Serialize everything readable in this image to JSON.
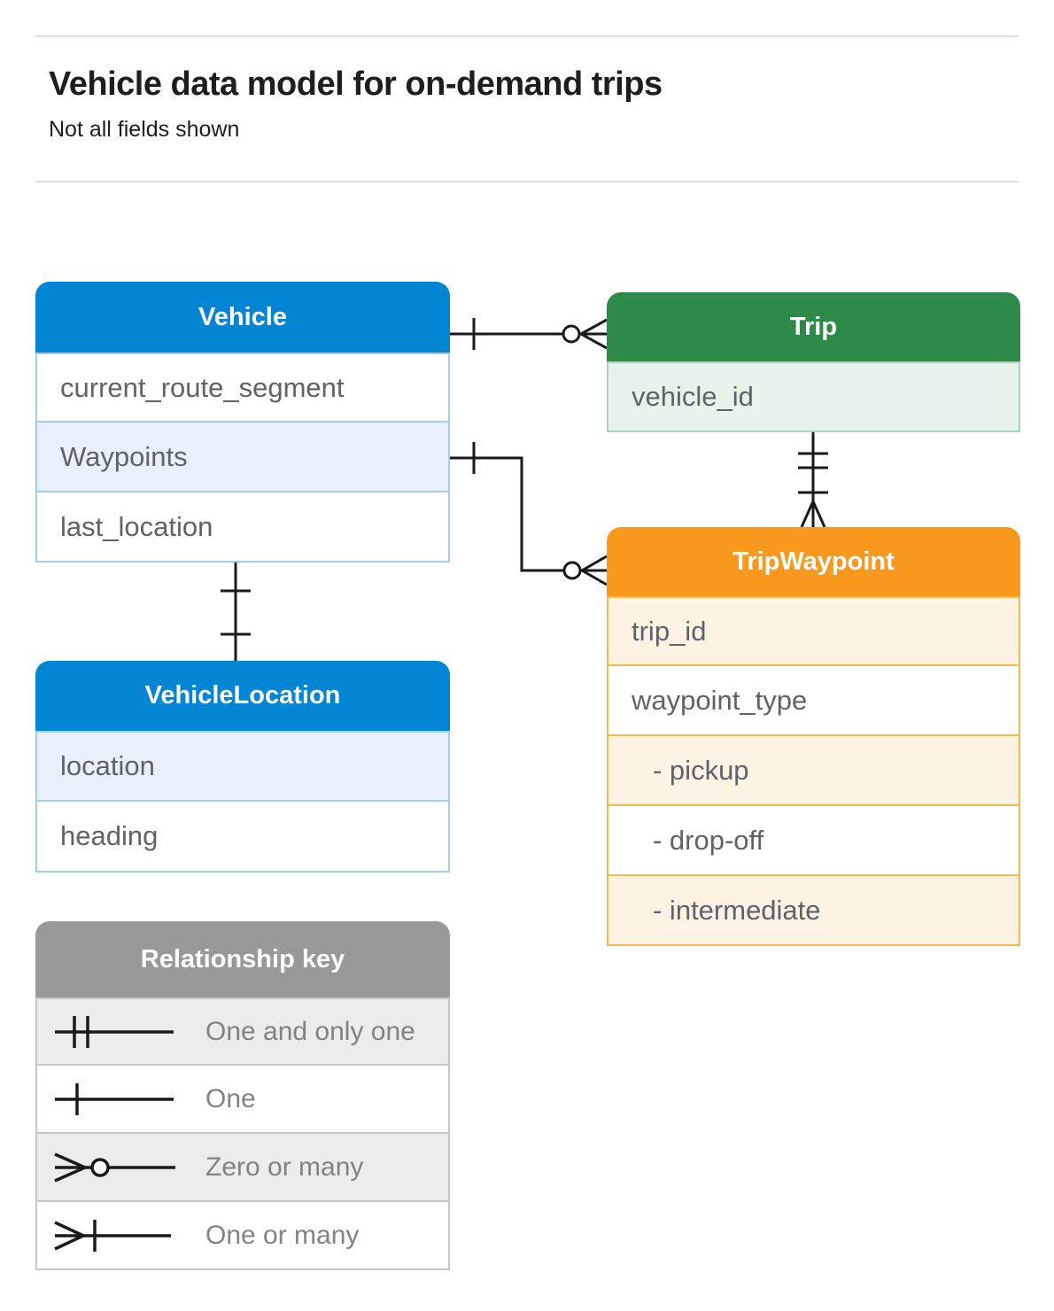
{
  "page": {
    "title": "Vehicle data model for on-demand trips",
    "subtitle": "Not all fields shown"
  },
  "entities": {
    "vehicle": {
      "title": "Vehicle",
      "fields": [
        {
          "label": "current_route_segment"
        },
        {
          "label": "Waypoints"
        },
        {
          "label": "last_location"
        }
      ]
    },
    "trip": {
      "title": "Trip",
      "fields": [
        {
          "label": "vehicle_id"
        }
      ]
    },
    "trip_waypoint": {
      "title": "TripWaypoint",
      "fields": [
        {
          "label": "trip_id"
        },
        {
          "label": "waypoint_type"
        },
        {
          "label": "- pickup"
        },
        {
          "label": "- drop-off"
        },
        {
          "label": "- intermediate"
        }
      ]
    },
    "vehicle_location": {
      "title": "VehicleLocation",
      "fields": [
        {
          "label": "location"
        },
        {
          "label": "heading"
        }
      ]
    }
  },
  "relationships": [
    {
      "from": "Vehicle",
      "to": "Trip",
      "from_cardinality": "one",
      "to_cardinality": "zero-or-many"
    },
    {
      "from": "Vehicle.Waypoints",
      "to": "TripWaypoint",
      "from_cardinality": "one",
      "to_cardinality": "zero-or-many"
    },
    {
      "from": "Trip",
      "to": "TripWaypoint",
      "from_cardinality": "one-and-only-one",
      "to_cardinality": "one-or-many"
    },
    {
      "from": "Vehicle.last_location",
      "to": "VehicleLocation",
      "from_cardinality": "one",
      "to_cardinality": "one"
    }
  ],
  "legend": {
    "title": "Relationship key",
    "items": [
      {
        "label": "One and only one",
        "symbol": "one-and-only-one"
      },
      {
        "label": "One",
        "symbol": "one"
      },
      {
        "label": "Zero or many",
        "symbol": "zero-or-many"
      },
      {
        "label": "One or many",
        "symbol": "one-or-many"
      }
    ]
  },
  "colors": {
    "blue_header": "#0285D3",
    "blue_row": "#E8F0FC",
    "blue_border": "#A5CBEF",
    "green_header": "#2E8A48",
    "green_row": "#E7F3EA",
    "green_border": "#A9D6B6",
    "orange_header": "#F8981D",
    "orange_row": "#FDF3E4",
    "orange_border": "#F6BA4B",
    "gray_header": "#999999",
    "gray_row": "#ECECEC",
    "field_text": "#5F6368",
    "connector": "#1A1A1A"
  }
}
